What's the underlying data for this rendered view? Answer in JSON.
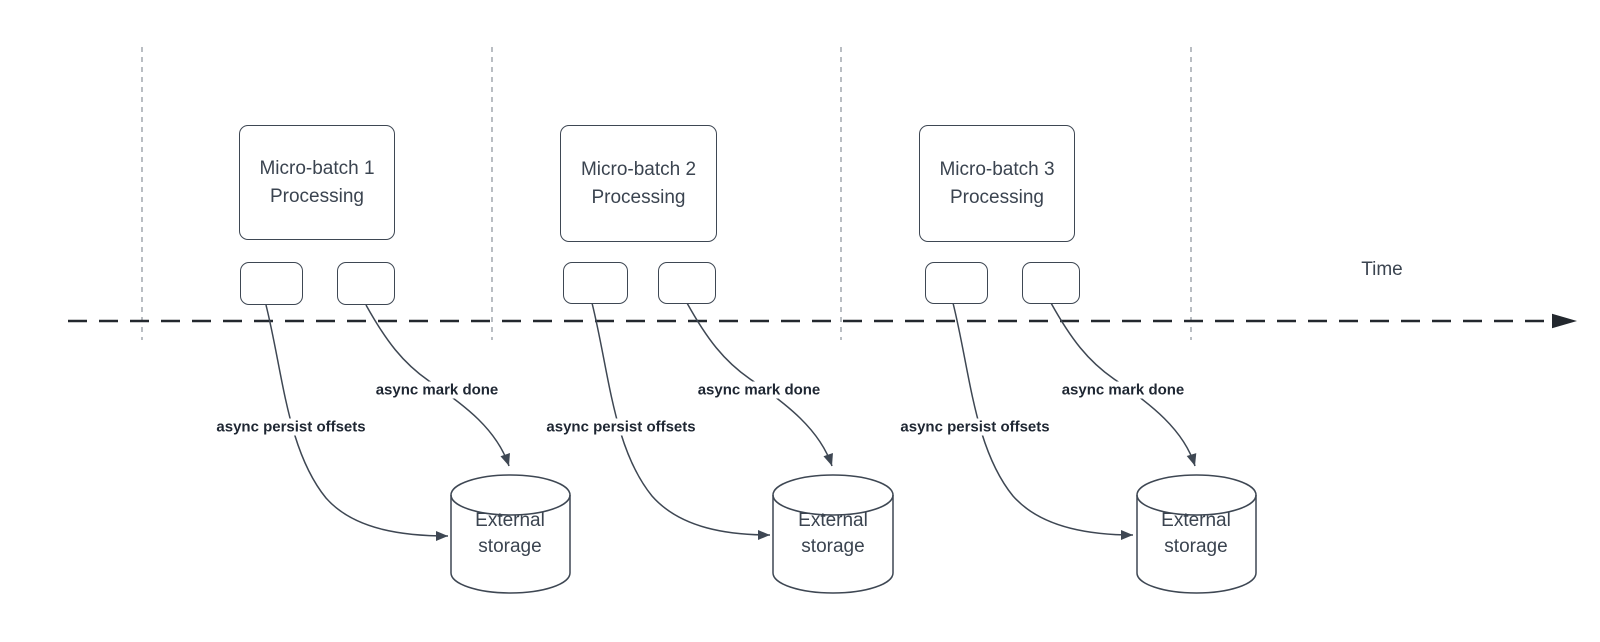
{
  "timeline": {
    "label": "Time"
  },
  "colors": {
    "node_stroke": "#3e4753",
    "divider_gray": "#a8adb4",
    "timeline_dark": "#23282e",
    "node_text": "#3b4450",
    "edge_label_text": "#1f2733"
  },
  "batches": [
    {
      "title_top": "Micro-batch 1",
      "title_bottom": "Processing",
      "persist_label": "async persist offsets",
      "done_label": "async mark done",
      "storage_top": "External",
      "storage_bottom": "storage"
    },
    {
      "title_top": "Micro-batch 2",
      "title_bottom": "Processing",
      "persist_label": "async persist offsets",
      "done_label": "async mark done",
      "storage_top": "External",
      "storage_bottom": "storage"
    },
    {
      "title_top": "Micro-batch 3",
      "title_bottom": "Processing",
      "persist_label": "async persist offsets",
      "done_label": "async mark done",
      "storage_top": "External",
      "storage_bottom": "storage"
    }
  ]
}
